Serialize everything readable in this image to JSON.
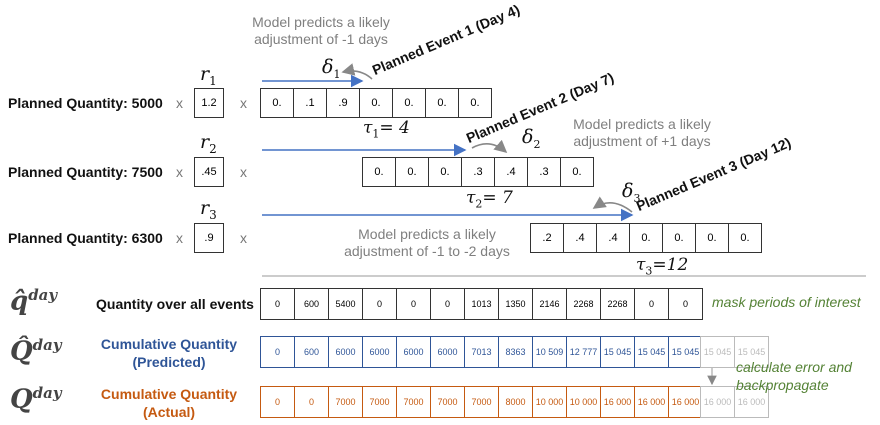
{
  "rows": [
    {
      "label": "Planned Quantity: 5000",
      "x": "x",
      "r_symbol": "r",
      "r_sub": "1",
      "r_value": "1.2",
      "x2": "x",
      "cells": [
        "0.",
        ".1",
        ".9",
        "0.",
        "0.",
        "0.",
        "0."
      ],
      "tau": "τ",
      "tau_sub": "1",
      "tau_value": "= 4"
    },
    {
      "label": "Planned Quantity: 7500",
      "x": "x",
      "r_symbol": "r",
      "r_sub": "2",
      "r_value": ".45",
      "x2": "x",
      "cells": [
        "0.",
        "0.",
        "0.",
        ".3",
        ".4",
        ".3",
        "0."
      ],
      "tau": "τ",
      "tau_sub": "2",
      "tau_value": "= 7"
    },
    {
      "label": "Planned Quantity: 6300",
      "x": "x",
      "r_symbol": "r",
      "r_sub": "3",
      "r_value": ".9",
      "x2": "x",
      "cells": [
        ".2",
        ".4",
        ".4",
        "0.",
        "0.",
        "0.",
        "0."
      ],
      "tau": "τ",
      "tau_sub": "3",
      "tau_value": "=12"
    }
  ],
  "events": [
    "Planned Event 1 (Day 4)",
    "Planned Event 2 (Day 7)",
    "Planned Event 3 (Day 12)"
  ],
  "deltas": [
    {
      "symbol": "δ",
      "sub": "1"
    },
    {
      "symbol": "δ",
      "sub": "2"
    },
    {
      "symbol": "δ",
      "sub": "3"
    }
  ],
  "notes": {
    "note1_line1": "Model predicts a likely",
    "note1_line2": "adjustment of -1 days",
    "note2_line1": "Model predicts a likely",
    "note2_line2": "adjustment of +1 days",
    "note3_line1": "Model predicts a likely",
    "note3_line2": "adjustment of -1 to -2 days"
  },
  "quantity": {
    "symbol": "q̂",
    "sup": "day",
    "label": "Quantity over all events",
    "cells": [
      "0",
      "600",
      "5400",
      "0",
      "0",
      "0",
      "1013",
      "1350",
      "2146",
      "2268",
      "2268",
      "0",
      "0"
    ]
  },
  "predicted": {
    "symbol": "Q̂",
    "sup": "day",
    "label_line1": "Cumulative Quantity",
    "label_line2": "(Predicted)",
    "cells": [
      "0",
      "600",
      "6000",
      "6000",
      "6000",
      "6000",
      "7013",
      "8363",
      "10 509",
      "12 777",
      "15 045",
      "15 045",
      "15 045"
    ],
    "faded": [
      "15 045",
      "15 045"
    ]
  },
  "actual": {
    "symbol": "Q",
    "sup": "day",
    "label_line1": "Cumulative Quantity",
    "label_line2": "(Actual)",
    "cells": [
      "0",
      "0",
      "7000",
      "7000",
      "7000",
      "7000",
      "7000",
      "8000",
      "10 000",
      "10 000",
      "16 000",
      "16 000",
      "16 000"
    ],
    "faded": [
      "16 000",
      "16 000"
    ]
  },
  "side_notes": {
    "mask": "mask periods of interest",
    "calc_line1": "calculate error and",
    "calc_line2": "backpropagate"
  }
}
